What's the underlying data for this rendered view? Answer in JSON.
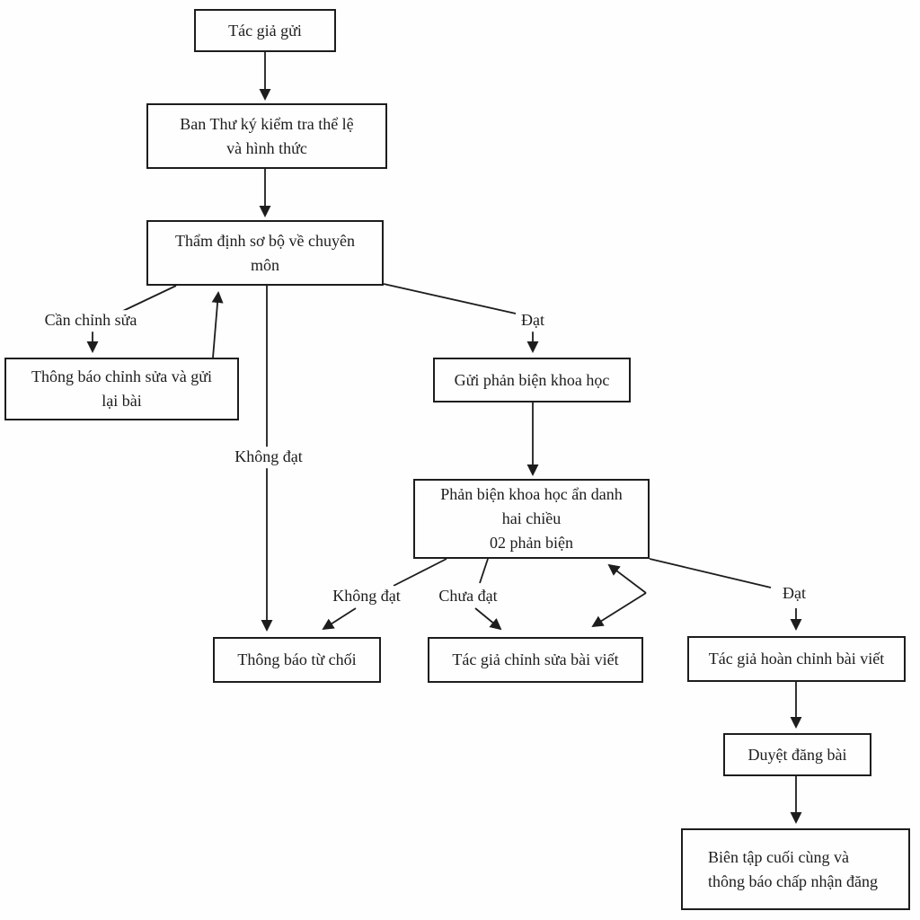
{
  "diagram": {
    "nodes": {
      "submit": {
        "label": "Tác giả gửi"
      },
      "secretary": {
        "label": "Ban Thư ký kiểm tra thể lệ\nvà hình thức"
      },
      "preliminary": {
        "label": "Thẩm định sơ bộ về chuyên\nmôn"
      },
      "notify_edit": {
        "label": "Thông báo chỉnh sửa và gửi\nlại bài"
      },
      "send_review": {
        "label": "Gửi phản biện khoa học"
      },
      "peer_review": {
        "label": "Phản biện khoa học ẩn danh\nhai chiều\n02 phản biện"
      },
      "reject": {
        "label": "Thông báo từ chối"
      },
      "author_edit": {
        "label": "Tác giả chỉnh sửa bài viết"
      },
      "author_finalize": {
        "label": "Tác giả hoàn chỉnh bài viết"
      },
      "approve_publish": {
        "label": "Duyệt đăng bài"
      },
      "final_editing": {
        "label": "Biên tập cuối cùng và\nthông báo chấp nhận đăng"
      }
    },
    "edge_labels": {
      "need_revision": "Cần chỉnh sửa",
      "pass_preliminary": "Đạt",
      "fail_preliminary": "Không đạt",
      "fail_review": "Không đạt",
      "not_yet_pass": "Chưa đạt",
      "pass_review": "Đạt"
    },
    "colors": {
      "line": "#1d1d1d",
      "text": "#1d1d1d",
      "background": "#fefefe"
    }
  }
}
